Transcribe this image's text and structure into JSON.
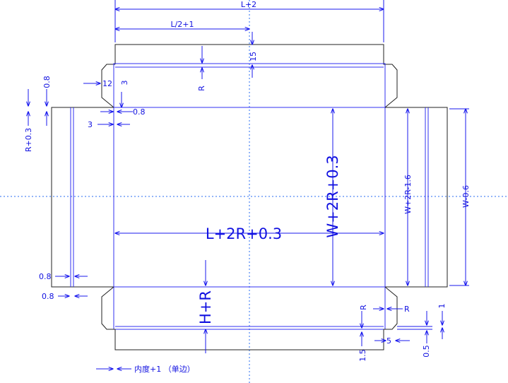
{
  "labels": {
    "top_total": "L+2",
    "top_half": "L/2+1",
    "flap_15": "15",
    "r_top": "R",
    "left_08": "0.8",
    "num_12": "12",
    "num_3v": "3",
    "num_08_small": "0.8",
    "num_3h": "3",
    "r_plus": "R+0.3",
    "main_length": "L+2R+0.3",
    "main_width": "W+2R+0.3",
    "w_2r": "W+2R-1.6",
    "w_06": "W-0.6",
    "left_bottom_08a": "0.8",
    "left_bottom_08b": "0.8",
    "height": "H+R",
    "r_bottom_v": "R",
    "r_bottom_h": "R",
    "num_1": "1",
    "num_15": "1.5",
    "num_5": "5",
    "num_05": "0.5",
    "inner_note": "内度+1 （单边）"
  },
  "colors": {
    "dimension": "#1010e0",
    "fold_line": "#3030f0",
    "cut_line": "#222222",
    "center_line": "#2a6cf0"
  }
}
